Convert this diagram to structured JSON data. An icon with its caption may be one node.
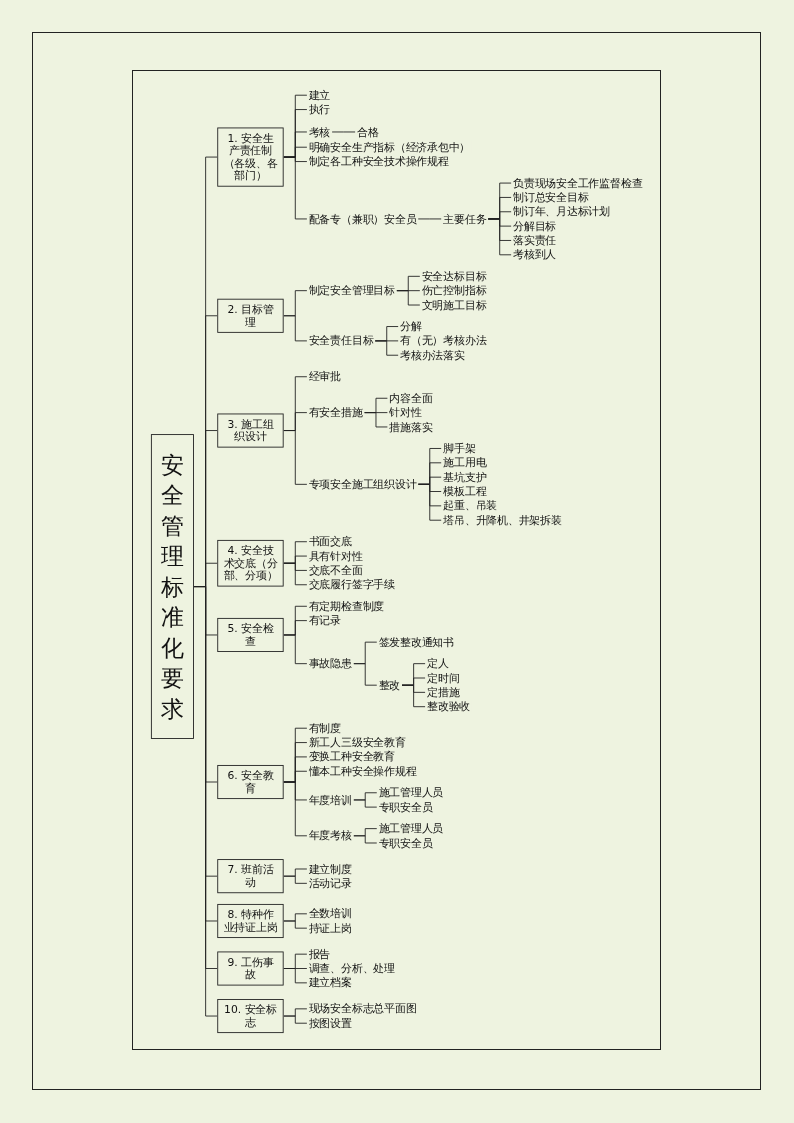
{
  "diagram": {
    "nodes": [
      {
        "text": [
          "安全管理标准化要求"
        ]
      },
      {
        "text": [
          "1. 安全生产责任制（各级、各部门）"
        ]
      },
      {
        "text": [
          "建立"
        ]
      },
      {
        "text": [
          "执行"
        ]
      },
      {
        "text": [
          "考核"
        ]
      },
      {
        "text": [
          "合格"
        ]
      },
      {
        "text": [
          "明确安全生产指标（经济承包中）"
        ]
      },
      {
        "text": [
          "制定各工种安全技术操作规程"
        ]
      },
      {
        "text": [
          "配备专（兼职）安全员"
        ]
      },
      {
        "text": [
          "主要任务"
        ]
      },
      {
        "text": [
          "负责现场安全工作监督检查"
        ]
      },
      {
        "text": [
          "制订总安全目标"
        ]
      },
      {
        "text": [
          "制订年、月达标计划"
        ]
      },
      {
        "text": [
          "分解目标"
        ]
      },
      {
        "text": [
          "落实责任"
        ]
      },
      {
        "text": [
          "考核到人"
        ]
      },
      {
        "text": [
          "2. 目标管理"
        ]
      },
      {
        "text": [
          "制定安全管理目标"
        ]
      },
      {
        "text": [
          "安全达标目标"
        ]
      },
      {
        "text": [
          "伤亡控制指标"
        ]
      },
      {
        "text": [
          "文明施工目标"
        ]
      },
      {
        "text": [
          "安全责任目标"
        ]
      },
      {
        "text": [
          "分解"
        ]
      },
      {
        "text": [
          "有（无）考核办法"
        ]
      },
      {
        "text": [
          "考核办法落实"
        ]
      },
      {
        "text": [
          "3. 施工组织设计"
        ]
      },
      {
        "text": [
          "经审批"
        ]
      },
      {
        "text": [
          "有安全措施"
        ]
      },
      {
        "text": [
          "内容全面"
        ]
      },
      {
        "text": [
          "针对性"
        ]
      },
      {
        "text": [
          "措施落实"
        ]
      },
      {
        "text": [
          "专项安全施工组织设计"
        ]
      },
      {
        "text": [
          "脚手架"
        ]
      },
      {
        "text": [
          "施工用电"
        ]
      },
      {
        "text": [
          "基坑支护"
        ]
      },
      {
        "text": [
          "模板工程"
        ]
      },
      {
        "text": [
          "起重、吊装"
        ]
      },
      {
        "text": [
          "塔吊、升降机、井架拆装"
        ]
      },
      {
        "text": [
          "4. 安全技术交底（分部、分项）"
        ]
      },
      {
        "text": [
          "书面交底"
        ]
      },
      {
        "text": [
          "具有针对性"
        ]
      },
      {
        "text": [
          "交底不全面"
        ]
      },
      {
        "text": [
          "交底履行签字手续"
        ]
      },
      {
        "text": [
          "5. 安全检查"
        ]
      },
      {
        "text": [
          "有定期检查制度"
        ]
      },
      {
        "text": [
          "有记录"
        ]
      },
      {
        "text": [
          "事故隐患"
        ]
      },
      {
        "text": [
          "签发整改通知书"
        ]
      },
      {
        "text": [
          "整改"
        ]
      },
      {
        "text": [
          "定人"
        ]
      },
      {
        "text": [
          "定时间"
        ]
      },
      {
        "text": [
          "定措施"
        ]
      },
      {
        "text": [
          "整改验收"
        ]
      },
      {
        "text": [
          "6. 安全教育"
        ]
      },
      {
        "text": [
          "有制度"
        ]
      },
      {
        "text": [
          "新工人三级安全教育"
        ]
      },
      {
        "text": [
          "变换工种安全教育"
        ]
      },
      {
        "text": [
          "懂本工种安全操作规程"
        ]
      },
      {
        "text": [
          "年度培训"
        ]
      },
      {
        "text": [
          "施工管理人员"
        ]
      },
      {
        "text": [
          "专职安全员"
        ]
      },
      {
        "text": [
          "年度考核"
        ]
      },
      {
        "text": [
          "施工管理人员"
        ]
      },
      {
        "text": [
          "专职安全员"
        ]
      },
      {
        "text": [
          "7. 班前活动"
        ]
      },
      {
        "text": [
          "建立制度"
        ]
      },
      {
        "text": [
          "活动记录"
        ]
      },
      {
        "text": [
          "8. 特种作业持证上岗"
        ]
      },
      {
        "text": [
          "全数培训"
        ]
      },
      {
        "text": [
          "持证上岗"
        ]
      },
      {
        "text": [
          "9. 工伤事故"
        ]
      },
      {
        "text": [
          "报告"
        ]
      },
      {
        "text": [
          "调查、分析、处理"
        ]
      },
      {
        "text": [
          "建立档案"
        ]
      },
      {
        "text": [
          "10. 安全标志"
        ]
      },
      {
        "text": [
          "现场安全标志总平面图"
        ]
      },
      {
        "text": [
          "按图设置"
        ]
      }
    ],
    "edges": [
      {
        "from": 0,
        "to": 1,
        "arrow": "none"
      },
      {
        "from": 1,
        "to": 2,
        "arrow": "none"
      },
      {
        "from": 1,
        "to": 3,
        "arrow": "none"
      },
      {
        "from": 1,
        "to": 4,
        "arrow": "none"
      },
      {
        "from": 4,
        "to": 5,
        "arrow": "none"
      },
      {
        "from": 1,
        "to": 6,
        "arrow": "none"
      },
      {
        "from": 1,
        "to": 7,
        "arrow": "none"
      },
      {
        "from": 1,
        "to": 8,
        "arrow": "none"
      },
      {
        "from": 8,
        "to": 9,
        "arrow": "none"
      },
      {
        "from": 9,
        "to": 10,
        "arrow": "none"
      },
      {
        "from": 9,
        "to": 11,
        "arrow": "none"
      },
      {
        "from": 9,
        "to": 12,
        "arrow": "none"
      },
      {
        "from": 9,
        "to": 13,
        "arrow": "none"
      },
      {
        "from": 9,
        "to": 14,
        "arrow": "none"
      },
      {
        "from": 9,
        "to": 15,
        "arrow": "none"
      },
      {
        "from": 0,
        "to": 16,
        "arrow": "none"
      },
      {
        "from": 16,
        "to": 17,
        "arrow": "none"
      },
      {
        "from": 17,
        "to": 18,
        "arrow": "none"
      },
      {
        "from": 17,
        "to": 19,
        "arrow": "none"
      },
      {
        "from": 17,
        "to": 20,
        "arrow": "none"
      },
      {
        "from": 16,
        "to": 21,
        "arrow": "none"
      },
      {
        "from": 21,
        "to": 22,
        "arrow": "none"
      },
      {
        "from": 21,
        "to": 23,
        "arrow": "none"
      },
      {
        "from": 21,
        "to": 24,
        "arrow": "none"
      },
      {
        "from": 0,
        "to": 25,
        "arrow": "none"
      },
      {
        "from": 25,
        "to": 26,
        "arrow": "none"
      },
      {
        "from": 25,
        "to": 27,
        "arrow": "none"
      },
      {
        "from": 27,
        "to": 28,
        "arrow": "none"
      },
      {
        "from": 27,
        "to": 29,
        "arrow": "none"
      },
      {
        "from": 27,
        "to": 30,
        "arrow": "none"
      },
      {
        "from": 25,
        "to": 31,
        "arrow": "none"
      },
      {
        "from": 31,
        "to": 32,
        "arrow": "none"
      },
      {
        "from": 31,
        "to": 33,
        "arrow": "none"
      },
      {
        "from": 31,
        "to": 34,
        "arrow": "none"
      },
      {
        "from": 31,
        "to": 35,
        "arrow": "none"
      },
      {
        "from": 31,
        "to": 36,
        "arrow": "none"
      },
      {
        "from": 31,
        "to": 37,
        "arrow": "none"
      },
      {
        "from": 0,
        "to": 38,
        "arrow": "none"
      },
      {
        "from": 38,
        "to": 39,
        "arrow": "none"
      },
      {
        "from": 38,
        "to": 40,
        "arrow": "none"
      },
      {
        "from": 38,
        "to": 41,
        "arrow": "none"
      },
      {
        "from": 38,
        "to": 42,
        "arrow": "none"
      },
      {
        "from": 0,
        "to": 43,
        "arrow": "none"
      },
      {
        "from": 43,
        "to": 44,
        "arrow": "none"
      },
      {
        "from": 43,
        "to": 45,
        "arrow": "none"
      },
      {
        "from": 43,
        "to": 46,
        "arrow": "none"
      },
      {
        "from": 46,
        "to": 47,
        "arrow": "none"
      },
      {
        "from": 46,
        "to": 48,
        "arrow": "none"
      },
      {
        "from": 48,
        "to": 49,
        "arrow": "none"
      },
      {
        "from": 48,
        "to": 50,
        "arrow": "none"
      },
      {
        "from": 48,
        "to": 51,
        "arrow": "none"
      },
      {
        "from": 48,
        "to": 52,
        "arrow": "none"
      },
      {
        "from": 0,
        "to": 53,
        "arrow": "none"
      },
      {
        "from": 53,
        "to": 54,
        "arrow": "none"
      },
      {
        "from": 53,
        "to": 55,
        "arrow": "none"
      },
      {
        "from": 53,
        "to": 56,
        "arrow": "none"
      },
      {
        "from": 53,
        "to": 57,
        "arrow": "none"
      },
      {
        "from": 53,
        "to": 58,
        "arrow": "none"
      },
      {
        "from": 58,
        "to": 59,
        "arrow": "none"
      },
      {
        "from": 58,
        "to": 60,
        "arrow": "none"
      },
      {
        "from": 53,
        "to": 61,
        "arrow": "none"
      },
      {
        "from": 61,
        "to": 62,
        "arrow": "none"
      },
      {
        "from": 61,
        "to": 63,
        "arrow": "none"
      },
      {
        "from": 0,
        "to": 64,
        "arrow": "none"
      },
      {
        "from": 64,
        "to": 65,
        "arrow": "none"
      },
      {
        "from": 64,
        "to": 66,
        "arrow": "none"
      },
      {
        "from": 0,
        "to": 67,
        "arrow": "none"
      },
      {
        "from": 67,
        "to": 68,
        "arrow": "none"
      },
      {
        "from": 67,
        "to": 69,
        "arrow": "none"
      },
      {
        "from": 0,
        "to": 70,
        "arrow": "none"
      },
      {
        "from": 70,
        "to": 71,
        "arrow": "none"
      },
      {
        "from": 70,
        "to": 72,
        "arrow": "none"
      },
      {
        "from": 70,
        "to": 73,
        "arrow": "none"
      },
      {
        "from": 0,
        "to": 74,
        "arrow": "none"
      },
      {
        "from": 74,
        "to": 75,
        "arrow": "none"
      },
      {
        "from": 74,
        "to": 76,
        "arrow": "none"
      }
    ]
  }
}
